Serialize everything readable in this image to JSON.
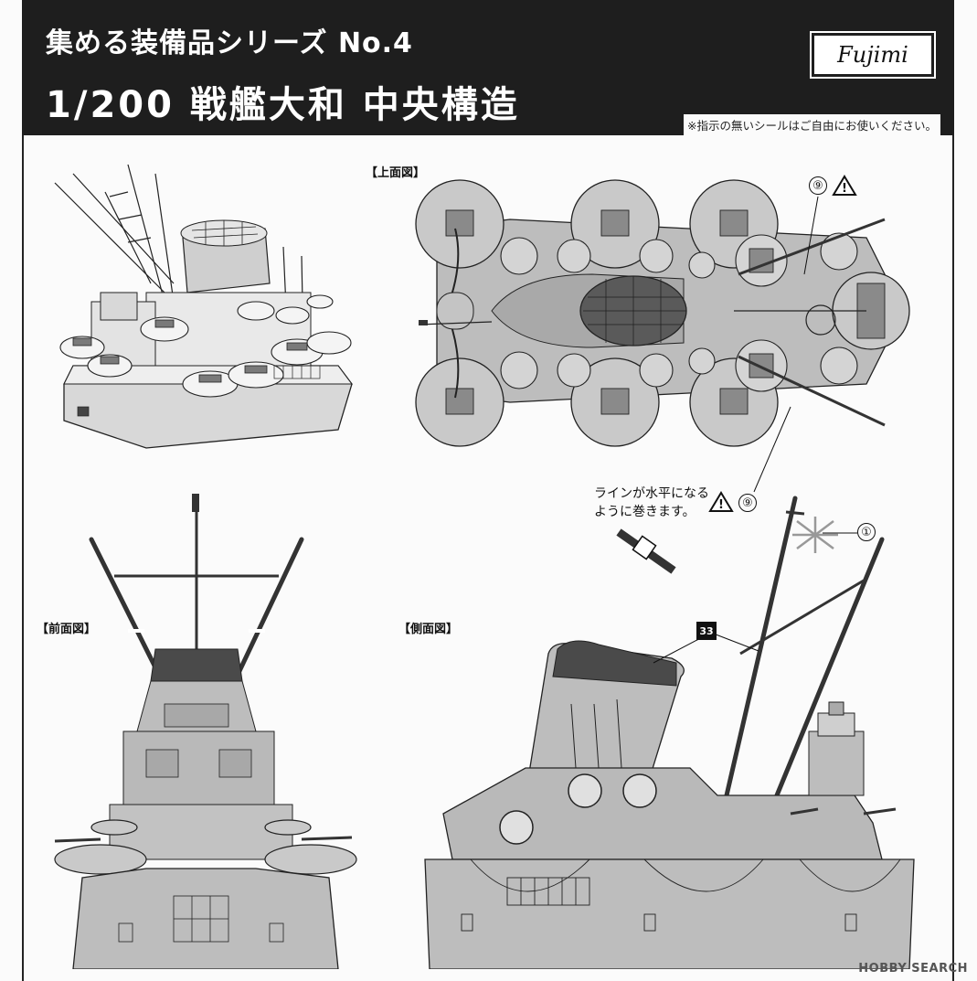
{
  "header": {
    "series": "集める装備品シリーズ No.4",
    "title": "1/200 戦艦大和 中央構造",
    "brand": "Fujimi",
    "note": "※指示の無いシールはご自由にお使いください。"
  },
  "views": {
    "top": "【上面図】",
    "front": "【前面図】",
    "side": "【側面図】"
  },
  "callouts": {
    "sticker_9": "⑨",
    "sticker_1": "①",
    "sticker_33": "33",
    "line_note_1": "ラインが水平になる",
    "line_note_2": "ように巻きます。"
  },
  "watermark": "HOBBY SEARCH",
  "colors": {
    "header_bg": "#1e1e1e",
    "hull_gray": "#b9b9b9",
    "dark_gray": "#4a4a4a"
  }
}
